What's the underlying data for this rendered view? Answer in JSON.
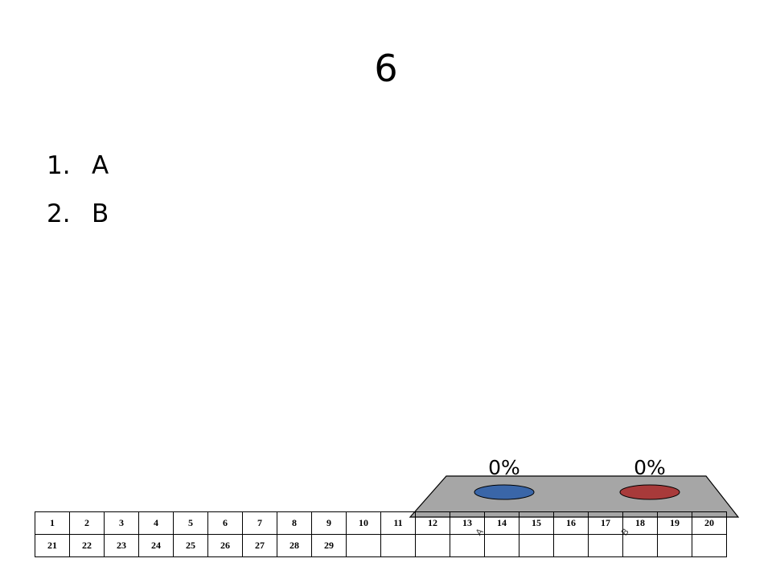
{
  "slide": {
    "title": "6",
    "choices": [
      {
        "number": "1.",
        "label": "A"
      },
      {
        "number": "2.",
        "label": "B"
      }
    ]
  },
  "chart_data": {
    "type": "bar",
    "categories": [
      "A",
      "B"
    ],
    "values": [
      0,
      0
    ],
    "value_labels": [
      "0%",
      "0%"
    ],
    "colors": [
      "#3a66a8",
      "#a83a3a"
    ],
    "ylim": [
      0,
      100
    ]
  },
  "keypad": {
    "rows": [
      [
        "1",
        "2",
        "3",
        "4",
        "5",
        "6",
        "7",
        "8",
        "9",
        "10",
        "11",
        "12",
        "13",
        "14",
        "15",
        "16",
        "17",
        "18",
        "19",
        "20"
      ],
      [
        "21",
        "22",
        "23",
        "24",
        "25",
        "26",
        "27",
        "28",
        "29",
        "",
        "",
        "",
        "",
        "",
        "",
        "",
        "",
        "",
        "",
        ""
      ]
    ]
  }
}
